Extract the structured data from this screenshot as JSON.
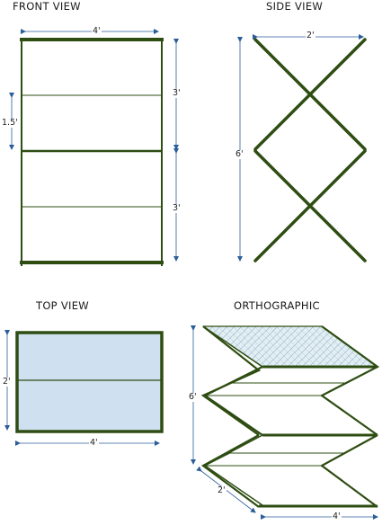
{
  "views": {
    "front": {
      "title": "FRONT VIEW",
      "width": "4'",
      "top_height": "3'",
      "bottom_height": "3'",
      "side_height": "1.5'"
    },
    "side": {
      "title": "SIDE VIEW",
      "width": "2'",
      "height": "6'"
    },
    "top": {
      "title": "TOP VIEW",
      "width": "4'",
      "depth": "2'"
    },
    "ortho": {
      "title": "ORTHOGRAPHIC",
      "height": "6'",
      "depth": "2'",
      "width": "4'"
    }
  },
  "colors": {
    "frame": "#2e4d12",
    "dimension": "#2a5d9a",
    "panel": "#cfe0f0"
  }
}
